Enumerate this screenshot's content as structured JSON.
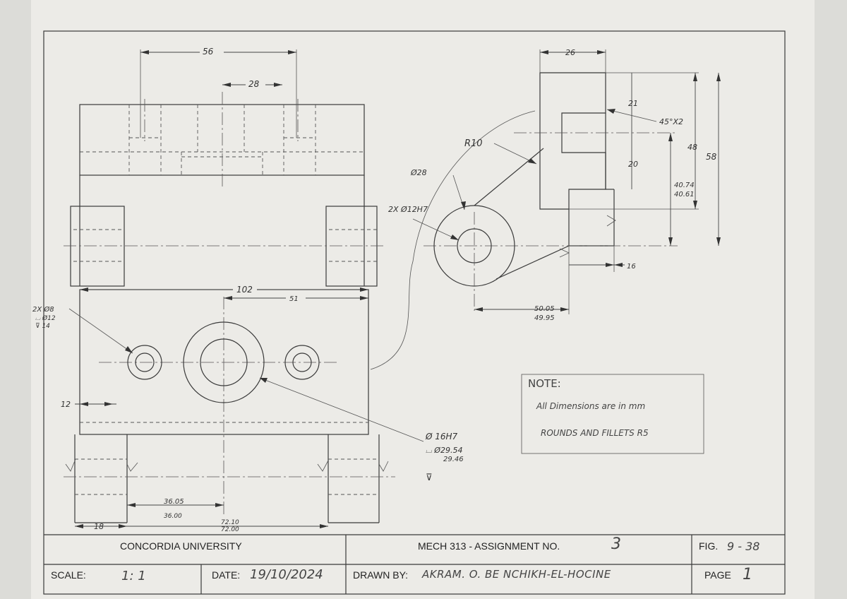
{
  "title_block": {
    "university": "CONCORDIA UNIVERSITY",
    "course": "MECH 313 - ASSIGNMENT NO.",
    "assignment_no": "3",
    "fig_label": "FIG.",
    "fig_value": "9 - 38",
    "scale_label": "SCALE:",
    "scale_value": "1: 1",
    "date_label": "DATE:",
    "date_value": "19/10/2024",
    "drawn_by_label": "DRAWN BY:",
    "drawn_by_value": "AKRAM. O. BE NCHIKH-EL-HOCINE",
    "page_label": "PAGE",
    "page_value": "1"
  },
  "note": {
    "heading": "NOTE:",
    "line1": "All Dimensions are in mm",
    "line2": "ROUNDS AND FILLETS R5"
  },
  "dimensions": {
    "d56": "56",
    "d28": "28",
    "d102": "102",
    "d51": "51",
    "d12": "12",
    "d18": "18",
    "d36_upper": "36.05",
    "d36_lower": "36.00",
    "d72_upper": "72.10",
    "d72_lower": "72.00",
    "holes_a": "2X Ø8",
    "holes_b": "⌴ Ø12",
    "holes_c": "⊽ 14",
    "bore_a": "Ø 16H7",
    "bore_b": "⌴ Ø29.54",
    "bore_c": "29.46",
    "bore_d": "⊽",
    "d26": "26",
    "d21": "21",
    "chamfer": "45°X2",
    "d48": "48",
    "d58": "58",
    "d20": "20",
    "d40_upper": "40.74",
    "d40_lower": "40.61",
    "r10": "R10",
    "d28b": "Ø28",
    "holes_h7": "2X Ø12H7",
    "d16": "16",
    "d50_upper": "50.05",
    "d50_lower": "49.95"
  }
}
